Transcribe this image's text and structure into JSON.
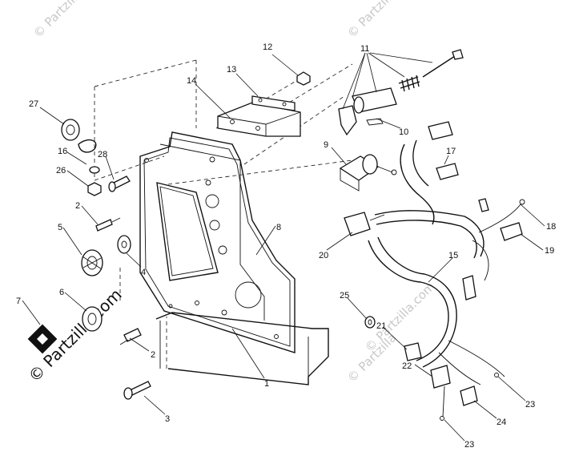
{
  "watermark": {
    "short": "© Partzilla",
    "long": "© Partzilla.com"
  },
  "callouts": {
    "c1": "1",
    "c2a": "2",
    "c2b": "2",
    "c3": "3",
    "c4": "4",
    "c5": "5",
    "c6": "6",
    "c7": "7",
    "c8": "8",
    "c9": "9",
    "c10": "10",
    "c11": "11",
    "c12": "12",
    "c13": "13",
    "c14": "14",
    "c15": "15",
    "c16": "16",
    "c17": "17",
    "c18": "18",
    "c19": "19",
    "c20": "20",
    "c21": "21",
    "c22": "22",
    "c23a": "23",
    "c23b": "23",
    "c24": "24",
    "c25": "25",
    "c26": "26",
    "c27": "27",
    "c28": "28"
  },
  "icons": [
    "logo-badge-icon"
  ]
}
